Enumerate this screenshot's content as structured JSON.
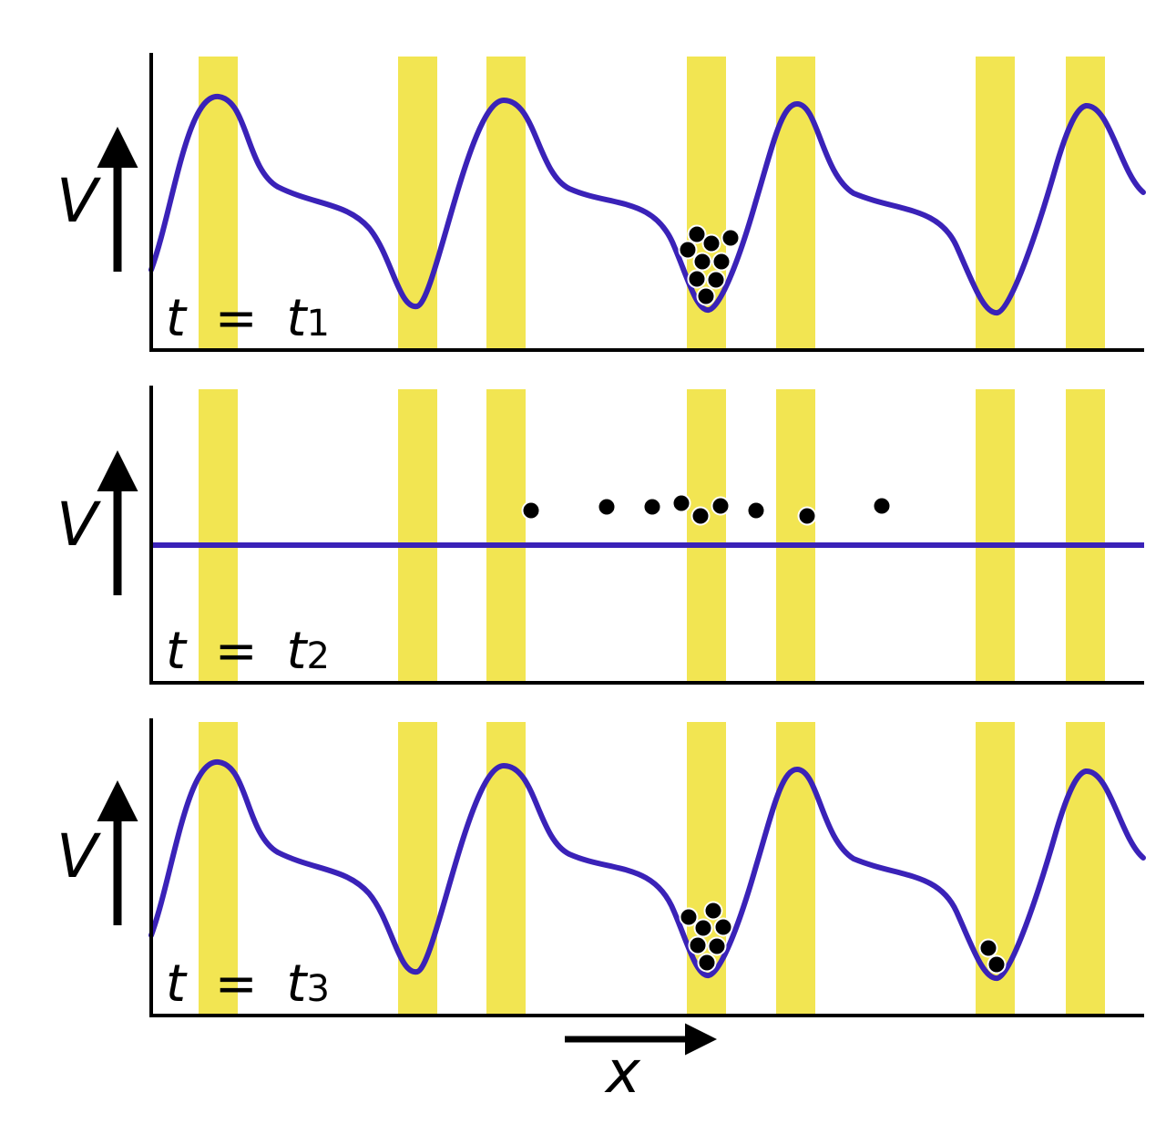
{
  "diagram": {
    "colors": {
      "background": "#ffffff",
      "stripe": "#f2e552",
      "potential_curve": "#3a22b8",
      "axis": "#000000",
      "particle": "#000000",
      "particle_outline": "#ffffff"
    },
    "axis_label": "V",
    "horizontal_axis_label": "x",
    "panels": [
      {
        "id": "panel-1",
        "time_var": "t",
        "equals": "=",
        "time_base": "t",
        "time_sub": "1",
        "potential": "ratchet-on",
        "particles": "clustered-in-one-well"
      },
      {
        "id": "panel-2",
        "time_var": "t",
        "equals": "=",
        "time_base": "t",
        "time_sub": "2",
        "potential": "flat-off",
        "particles": "diffusing"
      },
      {
        "id": "panel-3",
        "time_var": "t",
        "equals": "=",
        "time_base": "t",
        "time_sub": "3",
        "potential": "ratchet-on",
        "particles": "split-between-two-wells"
      }
    ]
  }
}
